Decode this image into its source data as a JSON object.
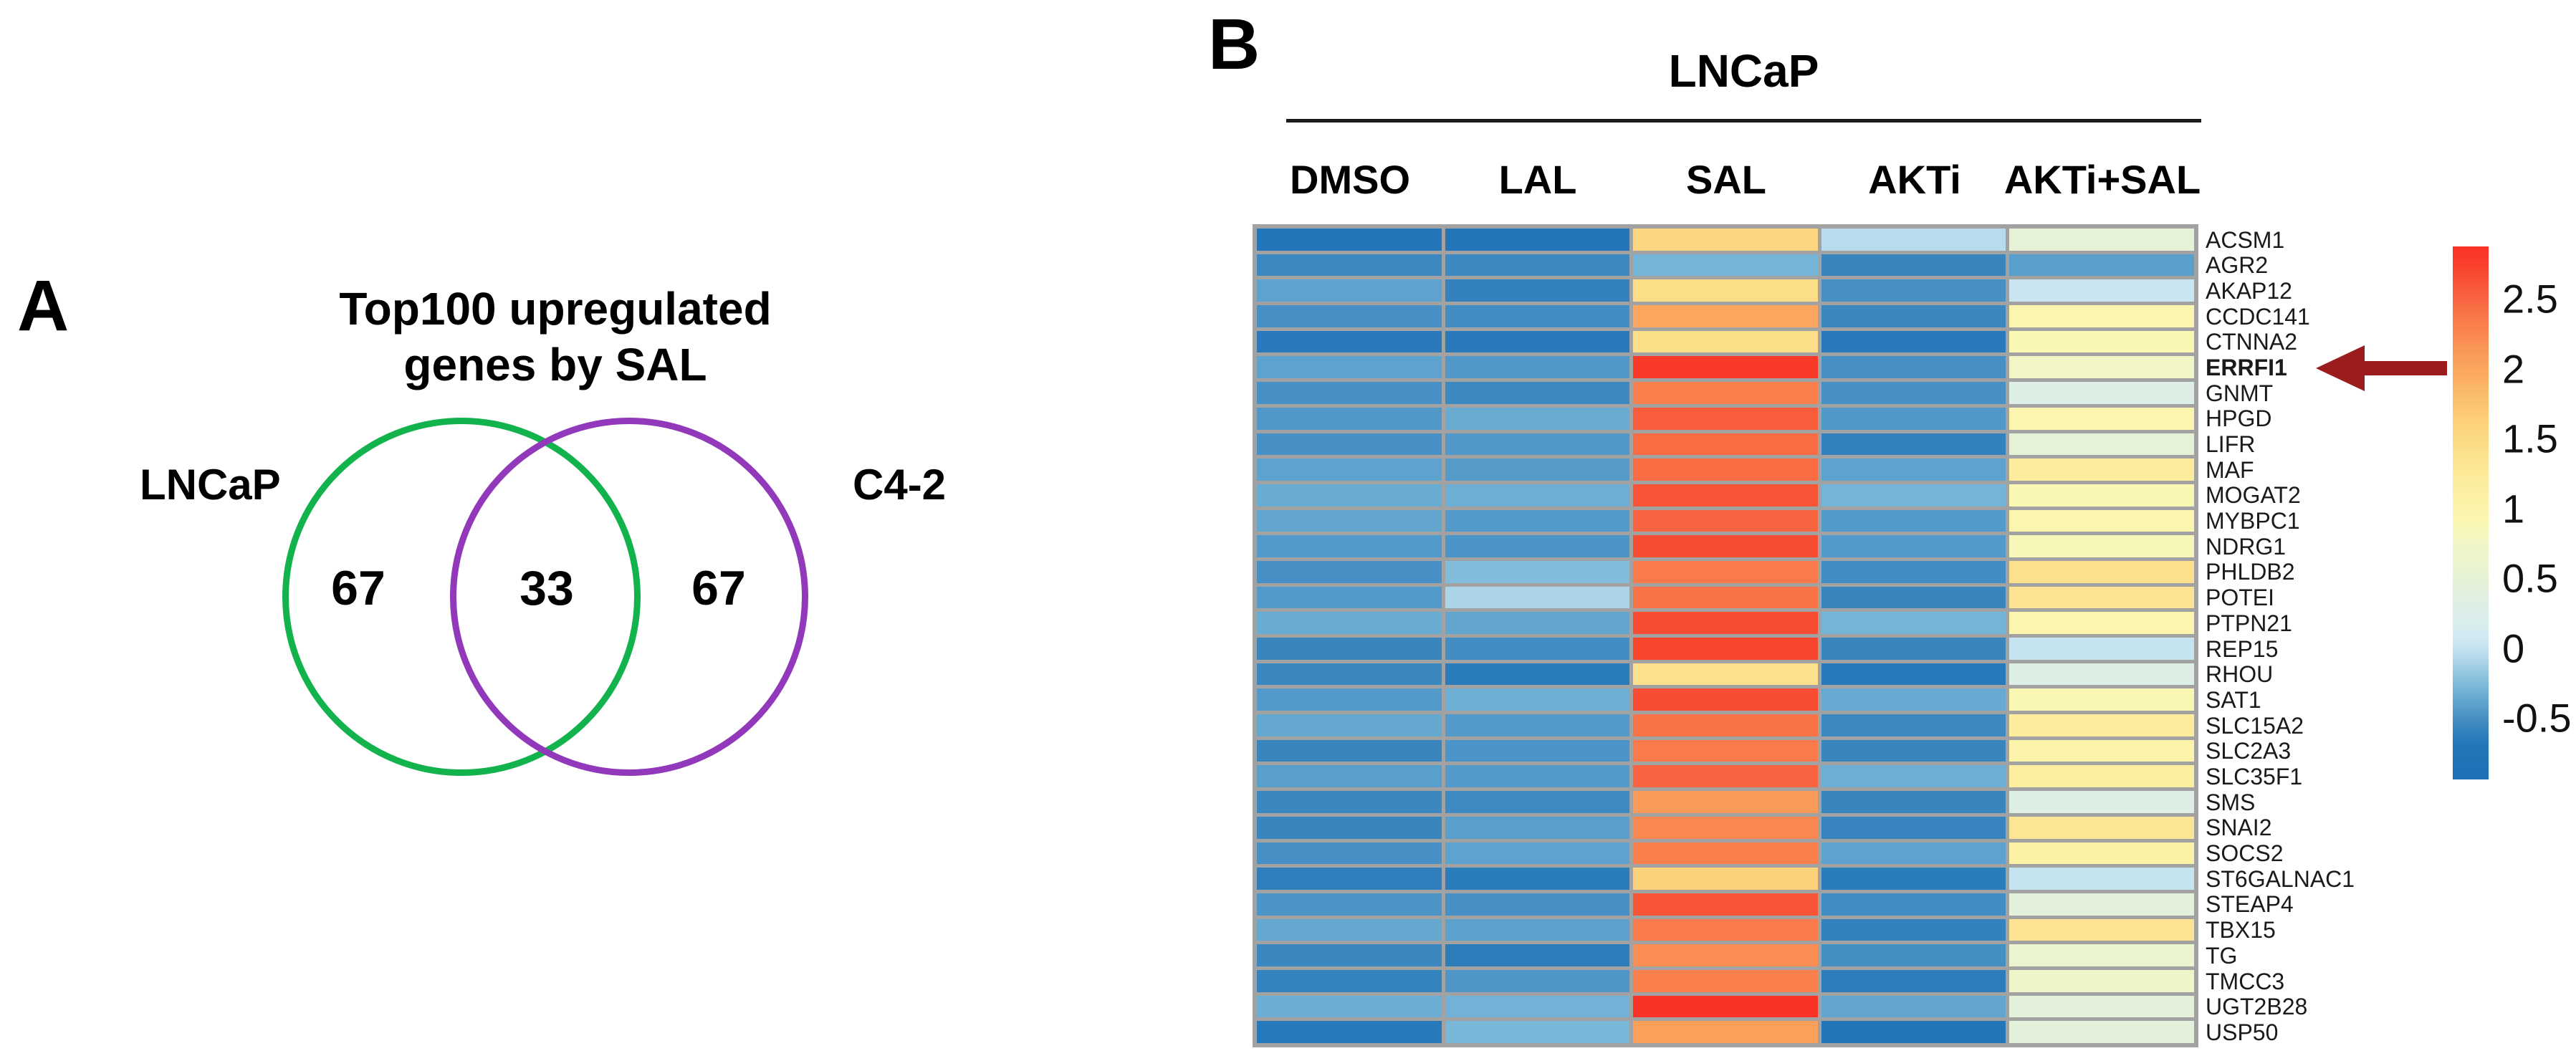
{
  "panel_a": {
    "label": "A",
    "title_line1": "Top100 upregulated",
    "title_line2": "genes by SAL",
    "left_set_label": "LNCaP",
    "right_set_label": "C4-2",
    "left_only": "67",
    "overlap": "33",
    "right_only": "67",
    "left_circle_color": "#12b24c",
    "right_circle_color": "#9238ba"
  },
  "panel_b": {
    "label": "B",
    "title": "LNCaP",
    "highlighted_gene": "ERRFI1",
    "arrow_icon_color": "#9a1c1c",
    "grid_line_color": "#a2a2a2"
  },
  "chart_data": {
    "type": "heatmap",
    "title": "LNCaP",
    "columns": [
      "DMSO",
      "LAL",
      "SAL",
      "AKTi",
      "AKTi+SAL"
    ],
    "rows": [
      "ACSM1",
      "AGR2",
      "AKAP12",
      "CCDC141",
      "CTNNA2",
      "ERRFI1",
      "GNMT",
      "HPGD",
      "LIFR",
      "MAF",
      "MOGAT2",
      "MYBPC1",
      "NDRG1",
      "PHLDB2",
      "POTEI",
      "PTPN21",
      "REP15",
      "RHOU",
      "SAT1",
      "SLC15A2",
      "SLC2A3",
      "SLC35F1",
      "SMS",
      "SNAI2",
      "SOCS2",
      "ST6GALNAC1",
      "STEAP4",
      "TBX15",
      "TG",
      "TMCC3",
      "UGT2B28",
      "USP50"
    ],
    "bold_row": "ERRFI1",
    "values": [
      [
        -0.7,
        -0.7,
        1.55,
        -0.05,
        0.5
      ],
      [
        -0.55,
        -0.55,
        -0.3,
        -0.57,
        -0.42
      ],
      [
        -0.4,
        -0.6,
        1.45,
        -0.5,
        0.02
      ],
      [
        -0.5,
        -0.52,
        2.0,
        -0.56,
        0.95
      ],
      [
        -0.66,
        -0.66,
        1.45,
        -0.66,
        0.9
      ],
      [
        -0.4,
        -0.46,
        2.8,
        -0.5,
        0.75
      ],
      [
        -0.5,
        -0.55,
        2.3,
        -0.5,
        0.3
      ],
      [
        -0.46,
        -0.35,
        2.55,
        -0.46,
        0.95
      ],
      [
        -0.5,
        -0.46,
        2.45,
        -0.6,
        0.5
      ],
      [
        -0.4,
        -0.44,
        2.45,
        -0.4,
        1.2
      ],
      [
        -0.35,
        -0.33,
        2.6,
        -0.3,
        0.9
      ],
      [
        -0.38,
        -0.45,
        2.5,
        -0.45,
        0.95
      ],
      [
        -0.45,
        -0.48,
        2.65,
        -0.45,
        0.85
      ],
      [
        -0.5,
        -0.25,
        2.35,
        -0.52,
        1.4
      ],
      [
        -0.45,
        -0.1,
        2.4,
        -0.57,
        1.35
      ],
      [
        -0.35,
        -0.38,
        2.65,
        -0.3,
        0.95
      ],
      [
        -0.57,
        -0.52,
        2.7,
        -0.57,
        0.0
      ],
      [
        -0.56,
        -0.65,
        1.4,
        -0.67,
        0.3
      ],
      [
        -0.45,
        -0.33,
        2.65,
        -0.36,
        0.9
      ],
      [
        -0.37,
        -0.45,
        2.4,
        -0.55,
        1.2
      ],
      [
        -0.57,
        -0.48,
        2.35,
        -0.57,
        1.0
      ],
      [
        -0.42,
        -0.45,
        2.5,
        -0.33,
        1.15
      ],
      [
        -0.56,
        -0.54,
        2.1,
        -0.57,
        0.3
      ],
      [
        -0.57,
        -0.42,
        2.25,
        -0.58,
        1.3
      ],
      [
        -0.5,
        -0.4,
        2.3,
        -0.4,
        1.05
      ],
      [
        -0.62,
        -0.65,
        1.6,
        -0.65,
        0.0
      ],
      [
        -0.48,
        -0.5,
        2.6,
        -0.52,
        0.45
      ],
      [
        -0.37,
        -0.41,
        2.35,
        -0.6,
        1.35
      ],
      [
        -0.56,
        -0.64,
        2.2,
        -0.51,
        0.6
      ],
      [
        -0.59,
        -0.47,
        2.3,
        -0.64,
        0.7
      ],
      [
        -0.34,
        -0.31,
        2.85,
        -0.38,
        0.45
      ],
      [
        -0.67,
        -0.28,
        2.05,
        -0.7,
        0.45
      ]
    ],
    "colorbar": {
      "ticks": [
        "2.5",
        "2",
        "1.5",
        "1",
        "0.5",
        "0",
        "-0.5"
      ],
      "tick_values": [
        2.5,
        2,
        1.5,
        1,
        0.5,
        0,
        -0.5
      ],
      "max": 2.87,
      "min": -0.94
    },
    "colormap_stops": [
      [
        -0.95,
        "#1e6fb4"
      ],
      [
        -0.7,
        "#2476b9"
      ],
      [
        -0.6,
        "#3381bd"
      ],
      [
        -0.5,
        "#4690c5"
      ],
      [
        -0.4,
        "#5da3cd"
      ],
      [
        -0.3,
        "#74b4d7"
      ],
      [
        -0.2,
        "#8fc3df"
      ],
      [
        -0.1,
        "#abd4e8"
      ],
      [
        0.0,
        "#c6e3f0"
      ],
      [
        0.1,
        "#d3ebf2"
      ],
      [
        0.2,
        "#daeeec"
      ],
      [
        0.3,
        "#ddefe4"
      ],
      [
        0.45,
        "#e4f1da"
      ],
      [
        0.6,
        "#ebf4d0"
      ],
      [
        0.75,
        "#f2f6c5"
      ],
      [
        0.9,
        "#faf7b3"
      ],
      [
        1.05,
        "#fcf2a6"
      ],
      [
        1.2,
        "#fcec9c"
      ],
      [
        1.35,
        "#fce391"
      ],
      [
        1.5,
        "#fcda84"
      ],
      [
        1.65,
        "#fccd77"
      ],
      [
        1.8,
        "#fbbd6a"
      ],
      [
        1.95,
        "#fbab60"
      ],
      [
        2.1,
        "#fa9a59"
      ],
      [
        2.25,
        "#f98750"
      ],
      [
        2.4,
        "#f97347"
      ],
      [
        2.55,
        "#f85c3b"
      ],
      [
        2.7,
        "#f8462e"
      ],
      [
        2.87,
        "#f93125"
      ]
    ],
    "legend_position": "right",
    "grid": true
  }
}
